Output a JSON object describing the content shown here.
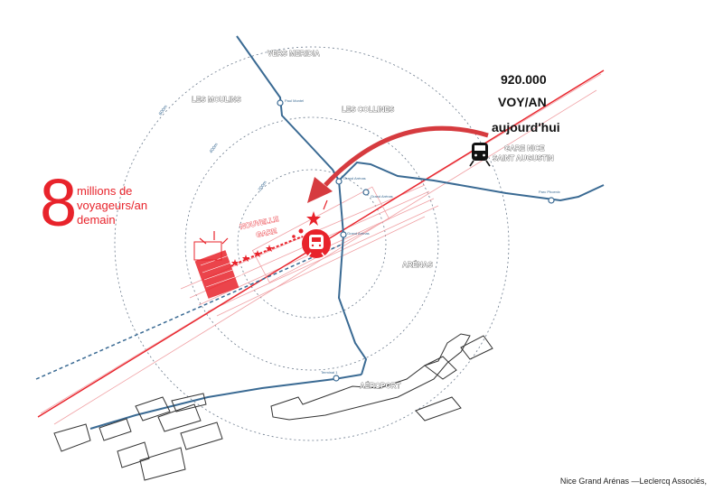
{
  "headline": {
    "big_number": "8",
    "lines": [
      "millions de",
      "voyageurs/an",
      "demain"
    ]
  },
  "stats": {
    "count": "920.000",
    "unit": "VOY/AN",
    "when": "aujourd'hui"
  },
  "zones": {
    "vers_meridia": "VERS MERIDIA",
    "les_moulins": "LES MOULINS",
    "les_collines": "LES COLLINES",
    "arenas": "ARÉNAS",
    "aeroport": "AÉROPORT",
    "nouvelle_gare_1": "NOUVELLE",
    "nouvelle_gare_2": "GARE",
    "gare_nice_1": "GARE NICE",
    "gare_nice_2": "SAINT AUGUSTIN"
  },
  "radii": {
    "r600": "600m",
    "r400": "400m",
    "r200": "200m"
  },
  "stops": {
    "paul_montel": "Paul Montel",
    "grand_arenas": "Grand Arénas",
    "grand_arenas_2": "Grand Arénas",
    "terminal_1": "Terminal 1",
    "parc_phoenix": "Parc Phoenix"
  },
  "credit": "Nice Grand Arénas —Leclercq Associés,",
  "colors": {
    "accent_red": "#e8232b",
    "tram_blue": "#3a6a93",
    "circle_gray": "#6b7a8c"
  }
}
